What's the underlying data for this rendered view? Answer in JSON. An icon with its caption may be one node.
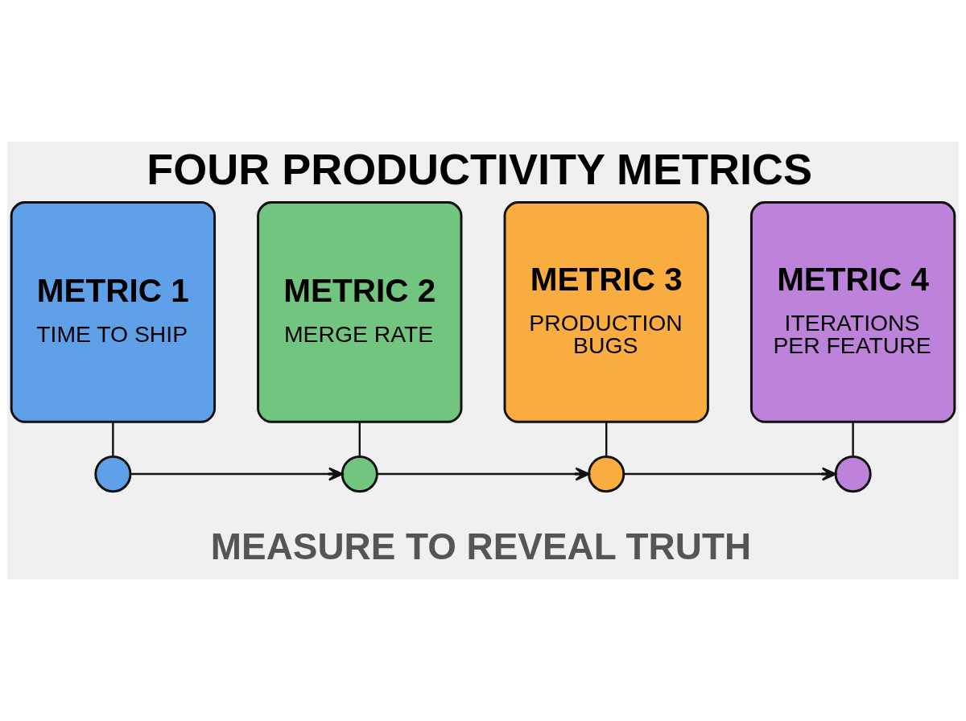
{
  "diagram": {
    "title": "FOUR PRODUCTIVITY METRICS",
    "caption": "MEASURE TO REVEAL TRUTH",
    "nodes": [
      {
        "text": [
          "METRIC 1",
          "TIME TO SHIP"
        ]
      },
      {
        "text": [
          "METRIC 2",
          "MERGE RATE"
        ]
      },
      {
        "text": [
          "METRIC 3",
          "PRODUCTION BUGS"
        ]
      },
      {
        "text": [
          "METRIC 4",
          "ITERATIONS PER FEATURE"
        ]
      },
      {
        "text": [],
        "shape": "circle"
      },
      {
        "text": [],
        "shape": "circle"
      },
      {
        "text": [],
        "shape": "circle"
      },
      {
        "text": [],
        "shape": "circle"
      }
    ],
    "edges": [
      {
        "from": 0,
        "to": 4,
        "arrow": "none"
      },
      {
        "from": 1,
        "to": 5,
        "arrow": "none"
      },
      {
        "from": 2,
        "to": 6,
        "arrow": "none"
      },
      {
        "from": 3,
        "to": 7,
        "arrow": "none"
      },
      {
        "from": 4,
        "to": 5,
        "arrow": "to"
      },
      {
        "from": 5,
        "to": 6,
        "arrow": "to"
      },
      {
        "from": 6,
        "to": 7,
        "arrow": "to"
      }
    ]
  }
}
